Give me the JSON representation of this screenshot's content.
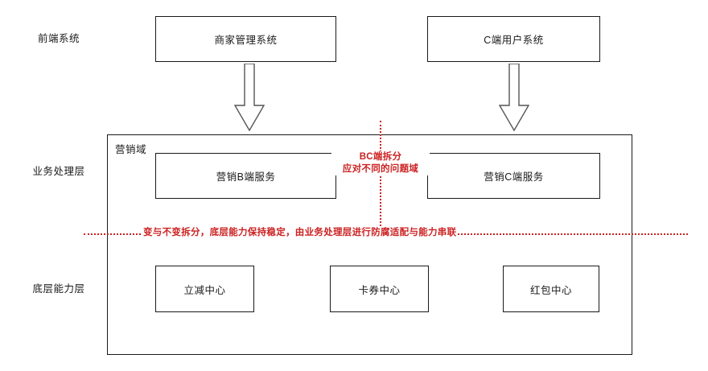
{
  "diagram": {
    "title": "",
    "colors": {
      "stroke": "#1a1a1a",
      "annotation": "#cc2222",
      "background": "#ffffff"
    },
    "layer_labels": [
      {
        "id": "frontend",
        "text": "前端系统"
      },
      {
        "id": "business",
        "text": "业务处理层"
      },
      {
        "id": "capability",
        "text": "底层能力层"
      }
    ],
    "frontend_nodes": [
      {
        "id": "merchant-admin",
        "text": "商家管理系统"
      },
      {
        "id": "consumer-user",
        "text": "C端用户系统"
      }
    ],
    "container": {
      "title": "营销域"
    },
    "business_nodes": [
      {
        "id": "marketing-b",
        "text": "营销B端服务"
      },
      {
        "id": "marketing-c",
        "text": "营销C端服务"
      }
    ],
    "capability_nodes": [
      {
        "id": "instant-discount-center",
        "text": "立减中心"
      },
      {
        "id": "coupon-center",
        "text": "卡券中心"
      },
      {
        "id": "red-packet-center",
        "text": "红包中心"
      }
    ],
    "annotations": {
      "vertical_split_line1": "BC端拆分",
      "vertical_split_line2": "应对不同的问题域",
      "horizontal_split": "变与不变拆分，底层能力保持稳定，由业务处理层进行防腐适配与能力串联"
    },
    "arrows": [
      {
        "id": "arrow-merchant-to-b",
        "from": "商家管理系统",
        "to": "营销B端服务",
        "direction": "down"
      },
      {
        "id": "arrow-consumer-to-c",
        "from": "C端用户系统",
        "to": "营销C端服务",
        "direction": "down"
      }
    ]
  }
}
